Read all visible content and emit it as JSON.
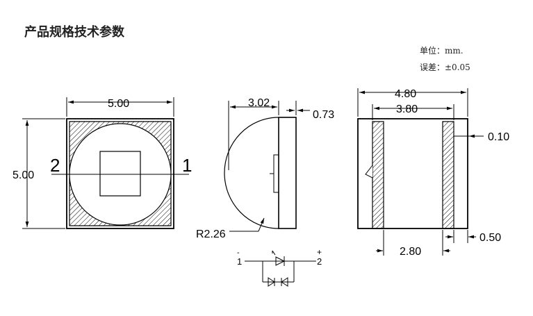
{
  "title": "产品规格技术参数",
  "notes": {
    "unit": "单位：mm.",
    "tolerance": "误差：±0.05"
  },
  "front_view": {
    "width_dim": "5.00",
    "height_dim": "5.00",
    "pin_left": "2",
    "pin_right": "1"
  },
  "side_view": {
    "lens_height_dim": "3.02",
    "base_thickness_dim": "0.73",
    "radius_dim": "R2.26"
  },
  "section_view": {
    "outer_width_dim": "4.80",
    "inner_width_dim": "3.80",
    "wall_dim": "0.10",
    "gap_dim": "2.80",
    "pad_dim": "0.50"
  },
  "circuit": {
    "minus_sign": "-",
    "left_terminal": "1",
    "plus_sign": "+",
    "right_terminal": "2"
  }
}
